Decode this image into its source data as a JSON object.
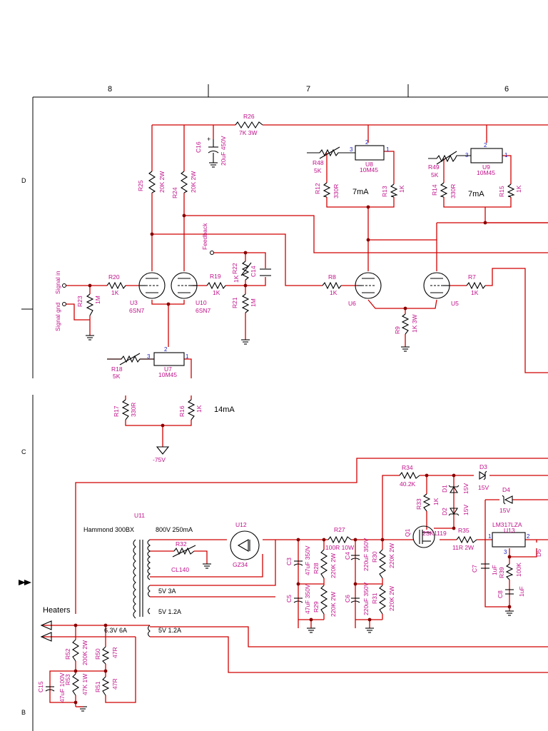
{
  "frame": {
    "columns": [
      "8",
      "7",
      "6"
    ],
    "rows": [
      "D",
      "C",
      "B"
    ]
  },
  "labels": {
    "r26": "R26",
    "r26_val": "7K 3W",
    "c16": "C16",
    "c16_val": "20uF 450V",
    "c16_plus": "+",
    "r25": "R25",
    "r25_val": "20K 2W",
    "r24": "R24",
    "r24_val": "20K 2W",
    "r48": "R48",
    "r48_val": "5K",
    "u8": "U8",
    "u8_val": "10M45",
    "r12": "R12",
    "r12_val": "330R",
    "r13": "R13",
    "r13_val": "1K",
    "r49": "R49",
    "r49_val": "5K",
    "u9": "U9",
    "u9_val": "10M45",
    "r14": "R14",
    "r14_val": "330R",
    "r15": "R15",
    "r15_val": "1K",
    "cur1": "7mA",
    "cur2": "7mA",
    "pin1": "1",
    "pin2": "2",
    "pin3": "3",
    "feedback": "Feedback",
    "r22": "R22",
    "r22_val": "1K",
    "c14": "C14",
    "r21": "R21",
    "r21_val": "1M",
    "signal_in": "Signal in",
    "signal_gnd": "Signal gnd",
    "r23": "R23",
    "r23_val": "1M",
    "r20": "R20",
    "r20_val": "1K",
    "u3": "U3",
    "u3_val": "6SN7",
    "u10": "U10",
    "u10_val": "6SN7",
    "r19": "R19",
    "r19_val": "1K",
    "r8": "R8",
    "r8_val": "1K",
    "u6": "U6",
    "u5": "U5",
    "r7": "R7",
    "r7_val": "1K",
    "r9": "R9",
    "r9_val": "1K 3W",
    "r18": "R18",
    "r18_val": "5K",
    "u7": "U7",
    "u7_val": "10M45",
    "r17": "R17",
    "r17_val": "330R",
    "r16": "R16",
    "r16_val": "1K",
    "cur3": "14mA",
    "neg75": "-75V",
    "u11": "U11",
    "hammond": "Hammond 300BX",
    "hv": "800V 250mA",
    "r32": "R32",
    "cl140": "CL140",
    "u12": "U12",
    "gz34": "GZ34",
    "w5v3a": "5V 3A",
    "w5v12a_1": "5V 1.2A",
    "w5v12a_2": "5V 1.2A",
    "w63v": "6.3V 6A",
    "heaters": "Heaters",
    "c3": "C3",
    "c3_val": "47uF 350V",
    "c5": "C5",
    "c5_val": "47uF 350V",
    "r28": "R28",
    "r28_val": "220K 2W",
    "r29": "R29",
    "r29_val": "220K 2W",
    "r27": "R27",
    "r27_val": "100R 10W",
    "c4": "C4",
    "c4_val": "220uF 350V",
    "c6": "C6",
    "c6_val": "220uF 350V",
    "r30": "R30",
    "r30_val": "220K 2W",
    "r31": "R31",
    "r31_val": "220K 2W",
    "r34": "R34",
    "r34_val": "40.2K",
    "r33": "R33",
    "r33_val": "1K",
    "d1": "D1",
    "d1_val": "15V",
    "d2": "D2",
    "d2_val": "15V",
    "d3": "D3",
    "d3_val": "15V",
    "d4": "D4",
    "d4_val": "15V",
    "d5": "D5",
    "q1": "Q1",
    "q1_val": "2SK1119",
    "r35": "R35",
    "r35_val": "11R 2W",
    "lm317": "LM317LZA",
    "u13": "U13",
    "c7": "C7",
    "c7_val": "1uF",
    "r39": "R39",
    "r39_val": "100K",
    "c8": "C8",
    "c8_val": "1uF",
    "r52": "R52",
    "r52_val": "200K 2W",
    "r53": "R53",
    "r53_val": "47K 1W",
    "r50": "R50",
    "r50_val": "47R",
    "r51": "R51",
    "r51_val": "47R",
    "c15": "C15",
    "c15_val": "47uF 100V"
  },
  "colors": {
    "wire": "#d10000",
    "label": "#c0108a",
    "pin": "#1a1ac0",
    "component": "#000000"
  }
}
